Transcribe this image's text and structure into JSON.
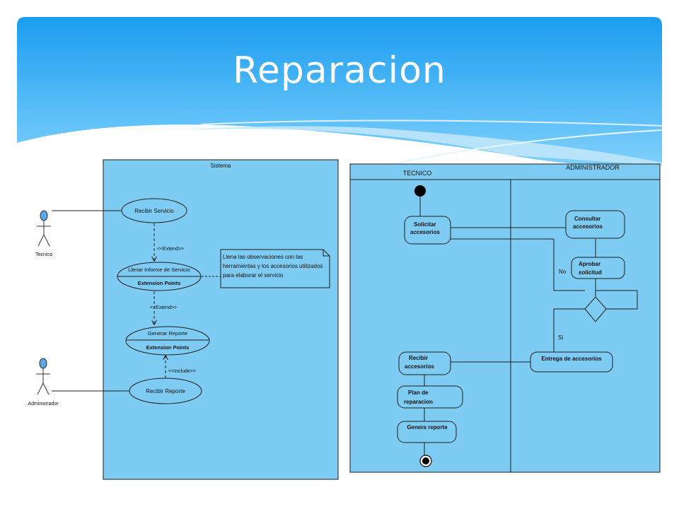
{
  "slide": {
    "title": "Reparacion",
    "colors": {
      "header_top": "#1a9df0",
      "header_bottom": "#7fd0fb",
      "diagram_fill": "#7ecbf3",
      "stroke": "#1e1e1e"
    }
  },
  "use_case_diagram": {
    "system_label": "Sistema",
    "actors": [
      {
        "label": "Tecnico",
        "icon": "stick-figure-icon"
      },
      {
        "label": "Administrador",
        "icon": "stick-figure-icon"
      }
    ],
    "use_cases": [
      {
        "label": "Recibir Servicio"
      },
      {
        "label": "Llenar Informe de Servicio",
        "extension": "Extension Points"
      },
      {
        "label": "Generar Reporte",
        "extension": "Extension Points"
      },
      {
        "label": "Recibir Reporte"
      }
    ],
    "relations": [
      "<<Extend>>",
      "<<Extend>>",
      "<<Include>>"
    ],
    "note": [
      "Llena las observaciones con las",
      "herramientas y los accesorios utilizados",
      "para elaborar el servicio"
    ]
  },
  "activity_diagram": {
    "lanes": [
      "TECNICO",
      "ADMINISTRADOR"
    ],
    "activities": {
      "solicitar": [
        "Solicitar",
        "accesorios"
      ],
      "consultar": [
        "Consultar",
        "accesorios"
      ],
      "aprobar": [
        "Aprobar",
        "solicitud"
      ],
      "entrega": [
        "Entrega de accesorios"
      ],
      "recibir": [
        "Recibir",
        "accesorios"
      ],
      "plan": [
        "Plan de",
        "reparacion"
      ],
      "genera": [
        "Genera reporte"
      ]
    },
    "guards": {
      "no": "No",
      "si": "Si"
    }
  }
}
